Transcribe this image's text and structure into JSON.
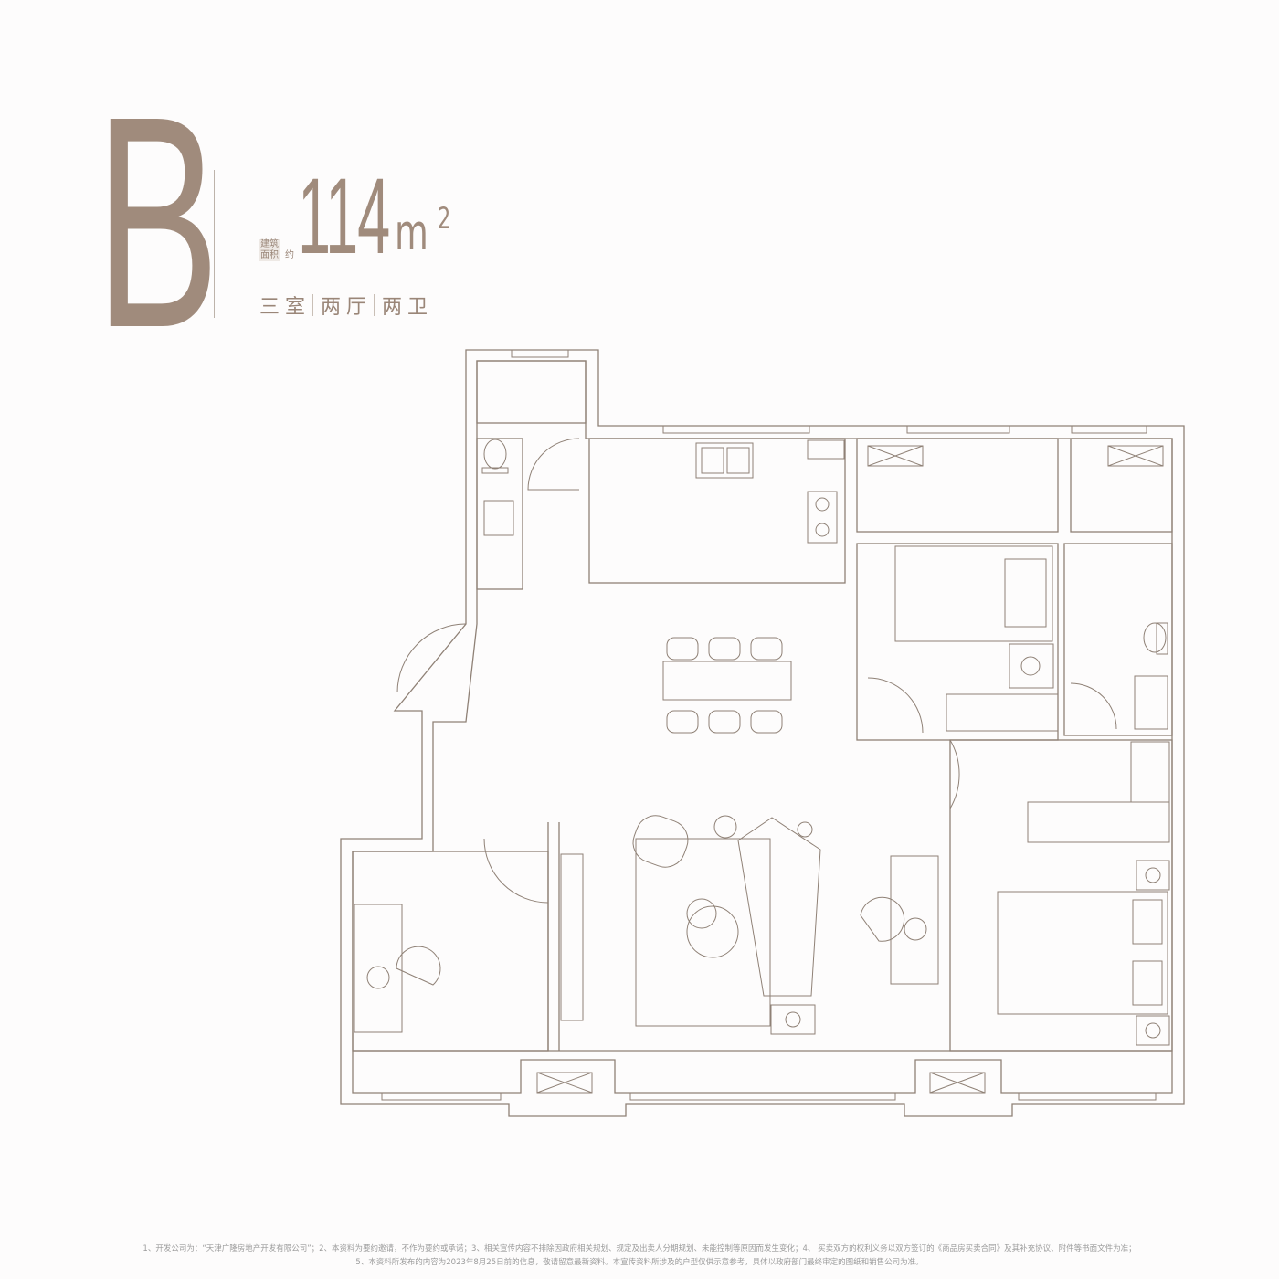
{
  "unit_type": "B",
  "area": {
    "label_line1": "建筑",
    "label_line2": "面积",
    "approx": "约",
    "value": "114",
    "unit": "m",
    "unit_sup": "2"
  },
  "layout": [
    "三室",
    "两厅",
    "两卫"
  ],
  "colors": {
    "accent": "#a08b7c",
    "wall": "#8f8176"
  },
  "disclaimer": {
    "line1": "1、开发公司为：“天津广隆房地产开发有限公司”；2、本资料为要约邀请，不作为要约或承诺；3、相关宣传内容不排除因政府相关规划、规定及出卖人分期规划、未能控制等原因而发生变化；4、 买卖双方的权利义务以双方签订的《商品房买卖合同》及其补充协议、附件等书面文件为准；",
    "line2": "5、本资料所发布的内容为2023年8月25日前的信息，敬请留意最新资料。本宣传资料所涉及的户型仅供示意参考，具体以政府部门最终审定的图纸和销售公司为准。"
  }
}
